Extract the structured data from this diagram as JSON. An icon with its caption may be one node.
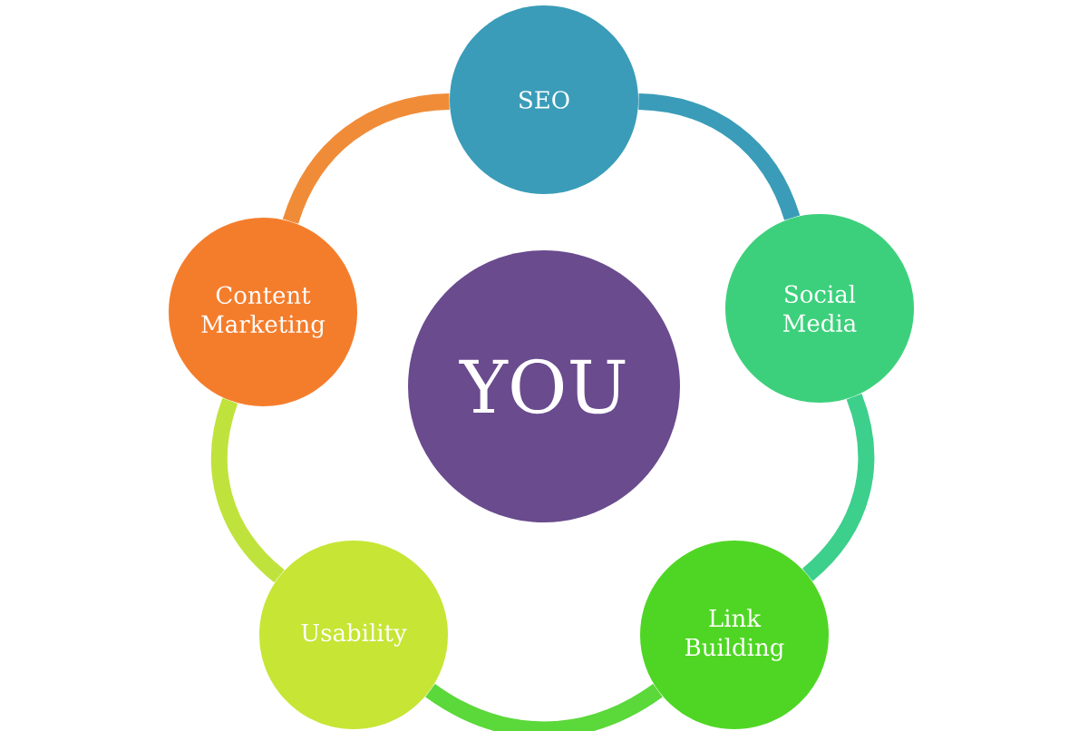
{
  "diagram": {
    "nodes": [
      {
        "text": [
          "SEO"
        ]
      },
      {
        "text": [
          "Content Marketing"
        ]
      },
      {
        "text": [
          "YOU"
        ]
      },
      {
        "text": [
          "Social Media"
        ]
      },
      {
        "text": [
          "Usability"
        ]
      },
      {
        "text": [
          "Link Building"
        ]
      }
    ],
    "edges": [
      {
        "from": 0,
        "to": 3,
        "arrow": "none",
        "color": "#3a9cb8"
      },
      {
        "from": 3,
        "to": 5,
        "arrow": "none",
        "color": "#3dcf8c"
      },
      {
        "from": 5,
        "to": 4,
        "arrow": "none",
        "color": "#5bd83a"
      },
      {
        "from": 4,
        "to": 1,
        "arrow": "none",
        "color": "#bfe33c"
      },
      {
        "from": 1,
        "to": 0,
        "arrow": "none",
        "color": "#f08c38"
      }
    ]
  }
}
